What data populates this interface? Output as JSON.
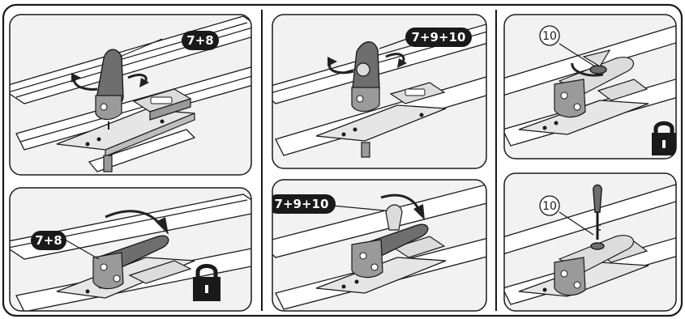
{
  "panels": {
    "p1": {
      "callout": "7+8"
    },
    "p2": {
      "callout": "7+8"
    },
    "p3": {
      "callout": "7+9+10"
    },
    "p4": {
      "callout": "7+9+10"
    },
    "p5": {
      "callout": "10"
    },
    "p6": {
      "callout": "10"
    }
  },
  "icons": {
    "lock": "padlock-icon"
  }
}
